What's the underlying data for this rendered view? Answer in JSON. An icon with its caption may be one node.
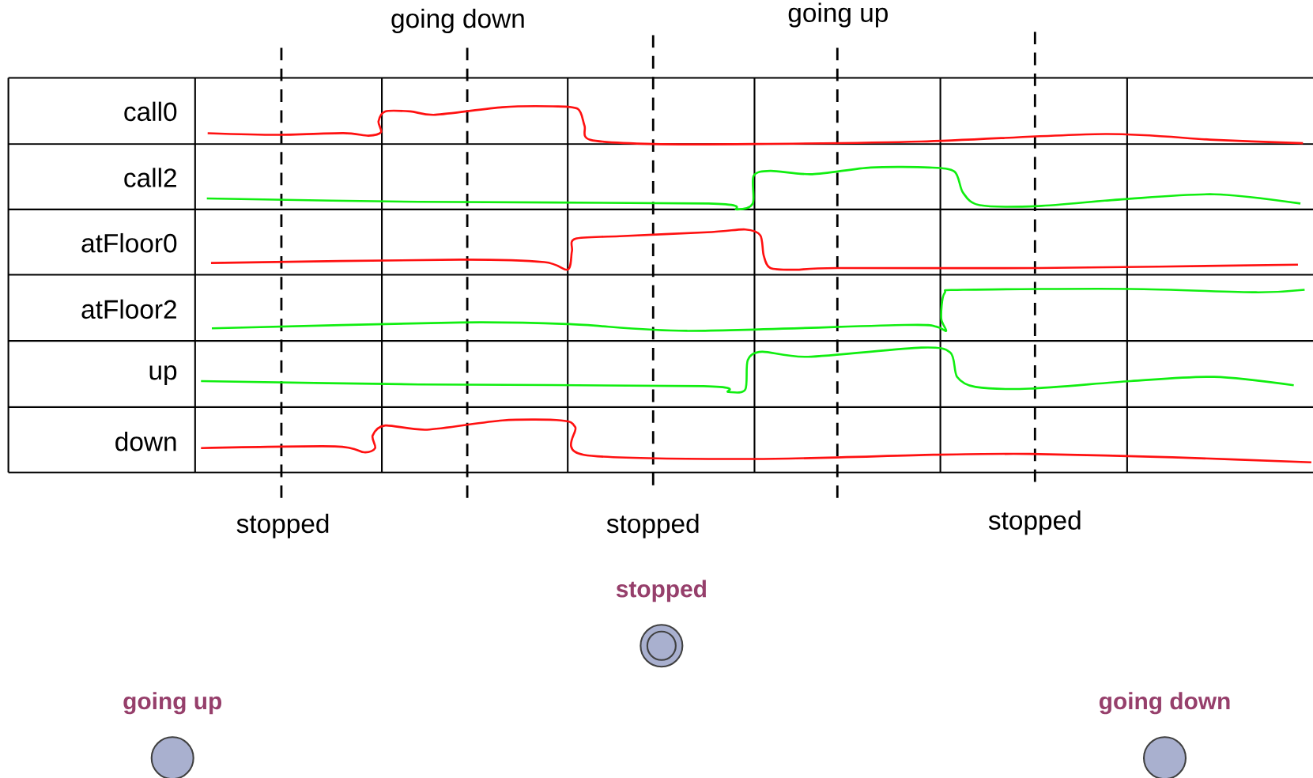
{
  "diagram": {
    "nodes": [
      {
        "text": [
          "stopped"
        ]
      },
      {
        "text": [
          "going up"
        ]
      },
      {
        "text": [
          "going down"
        ]
      }
    ],
    "labels": [
      "going down",
      "going up",
      "call0",
      "call2",
      "atFloor0",
      "atFloor2",
      "up",
      "down",
      "stopped",
      "stopped",
      "stopped"
    ]
  }
}
